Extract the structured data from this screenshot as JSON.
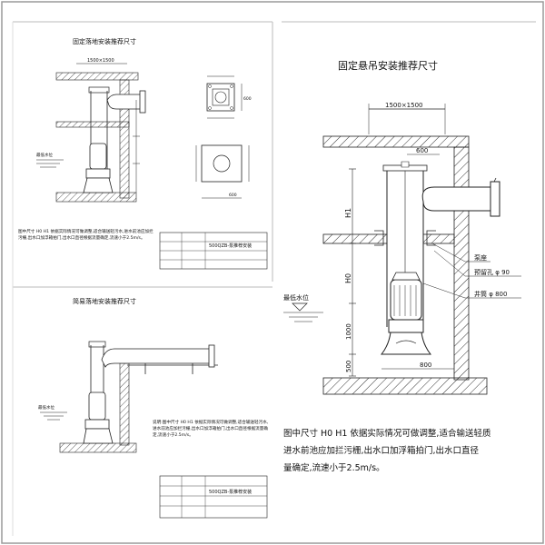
{
  "panels": {
    "top_left": {
      "title": "固定落地安装推荐尺寸",
      "dim_top": "1500×1500",
      "label_lowest_water": "最低水位",
      "note": "图中尺寸 H0 H1 依据实际情况可做调整,适合输送轻污水,进水前池应加拦污栅,出水口加浮箱拍门,出水口直径根据流量确定,流速小于2.5m/s。",
      "title_block_name": "500QZB-泵推荐安装"
    },
    "top_mid": {
      "dim_a": "600",
      "dim_b": "600"
    },
    "bottom_left": {
      "title": "简易落地安装推荐尺寸",
      "label_lowest_water": "最低水位",
      "note": "说明:图中尺寸 H0 H1 依据实际情况可做调整,适合输送轻污水,进水前池应加拦污栅,出水口加浮箱拍门,出水口直径根据流量确定,流速小于2.5m/s。",
      "title_block_name": "500QZB-泵推荐安装"
    },
    "right": {
      "title": "固定悬吊安装推荐尺寸",
      "dim_top": "1500×1500",
      "dim_600": "600",
      "dim_H1": "H1",
      "dim_H0": "H0",
      "dim_1000": "1000",
      "dim_500": "500",
      "dim_800": "800",
      "callout_pump_seat": "泵座",
      "callout_reserved_hole": "预留孔 φ 90",
      "callout_well": "井筒 φ 800",
      "label_lowest_water": "最低水位",
      "note_lines": [
        "图中尺寸 H0 H1 依据实际情况可做调整,适合输送轻质",
        "进水前池应加拦污栅,出水口加浮箱拍门,出水口直径",
        "量确定,流速小于2.5m/s。"
      ]
    }
  }
}
